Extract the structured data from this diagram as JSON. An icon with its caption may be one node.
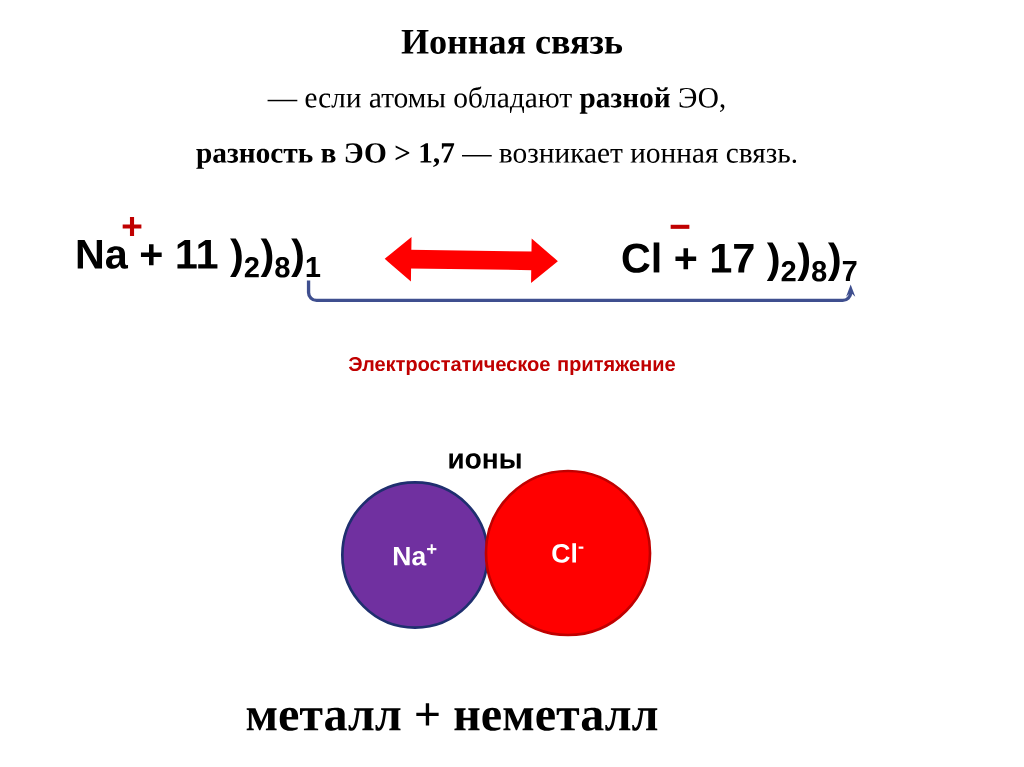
{
  "diagram": {
    "title": "Ионная связь",
    "nodes": [
      {
        "text": [
          "+",
          "Na + 11 )$_{2}$)$_{8}$)$_{1}$"
        ]
      },
      {
        "text": [
          "−",
          "Cl + 17 )$_{2}$)$_{8}$)$_{7}$"
        ]
      },
      {
        "text": [
          "Na$^{+}$"
        ]
      },
      {
        "text": [
          "Cl$^{-}$"
        ]
      }
    ],
    "edges": [
      {
        "from": 0,
        "to": 1,
        "arrow": "both",
        "style": "thick",
        "color": "#ff0000"
      },
      {
        "from": 0,
        "to": 1,
        "arrow": "to",
        "label": "Электростатическое притяжение",
        "color": "#3f4f8f"
      }
    ],
    "labels": [
      "— если атомы обладают **разной** ЭО,",
      "**разность в ЭО > 1,7** — возникает ионная связь.",
      "ионы",
      "металл + неметалл"
    ]
  }
}
